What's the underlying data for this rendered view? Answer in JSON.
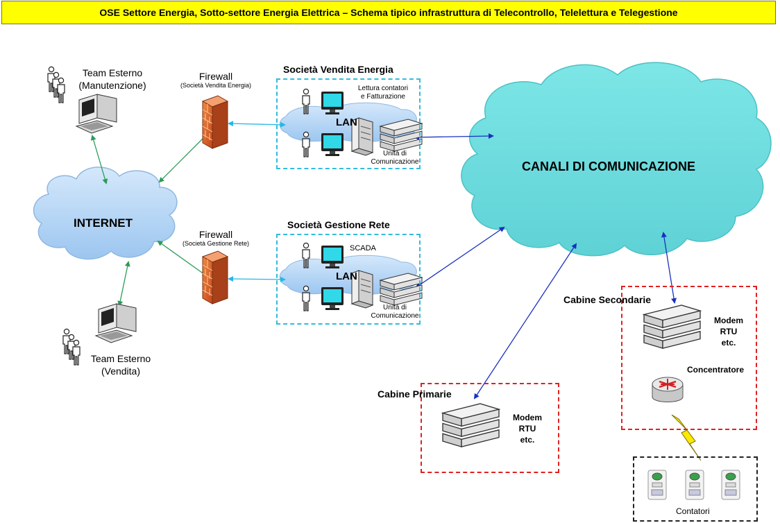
{
  "title": "OSE Settore Energia, Sotto-settore Energia Elettrica – Schema tipico infrastruttura di Telecontrollo, Telelettura e Telegestione",
  "internet": "INTERNET",
  "canali": "CANALI DI COMUNICAZIONE",
  "team_manutenzione": [
    "Team Esterno",
    "(Manutenzione)"
  ],
  "team_vendita": [
    "Team Esterno",
    "(Vendita)"
  ],
  "firewall_vendita": {
    "label": "Firewall",
    "sub": "(Società Vendita Energia)"
  },
  "firewall_rete": {
    "label": "Firewall",
    "sub": "(Società Gestione Rete)"
  },
  "vendita": {
    "title": "Società Vendita Energia",
    "lan": "LAN",
    "app": [
      "Lettura contatori",
      "e Fatturazione"
    ],
    "unit": [
      "Unità di",
      "Comunicazione"
    ]
  },
  "rete": {
    "title": "Società Gestione Rete",
    "lan": "LAN",
    "app": "SCADA",
    "unit": [
      "Unità di",
      "Comunicazione"
    ]
  },
  "cabine_primarie": {
    "title": "Cabine Primarie",
    "devices": [
      "Modem",
      "RTU",
      "etc."
    ]
  },
  "cabine_secondarie": {
    "title": "Cabine Secondarie",
    "devices": [
      "Modem",
      "RTU",
      "etc."
    ],
    "concentratore": "Concentratore"
  },
  "contatori": "Contatori",
  "colors": {
    "title_bg": "#ffff00",
    "cloud_blue": "#b3d5f5",
    "cloud_cyan": "#66dcdc",
    "arrow_green": "#2e9a5a",
    "arrow_blue": "#1a2fc0",
    "arrow_cyan": "#22b8e8",
    "firewall": "#e56a2a",
    "red_dash": "#e02020",
    "cyan_dash": "#33bbdd"
  }
}
